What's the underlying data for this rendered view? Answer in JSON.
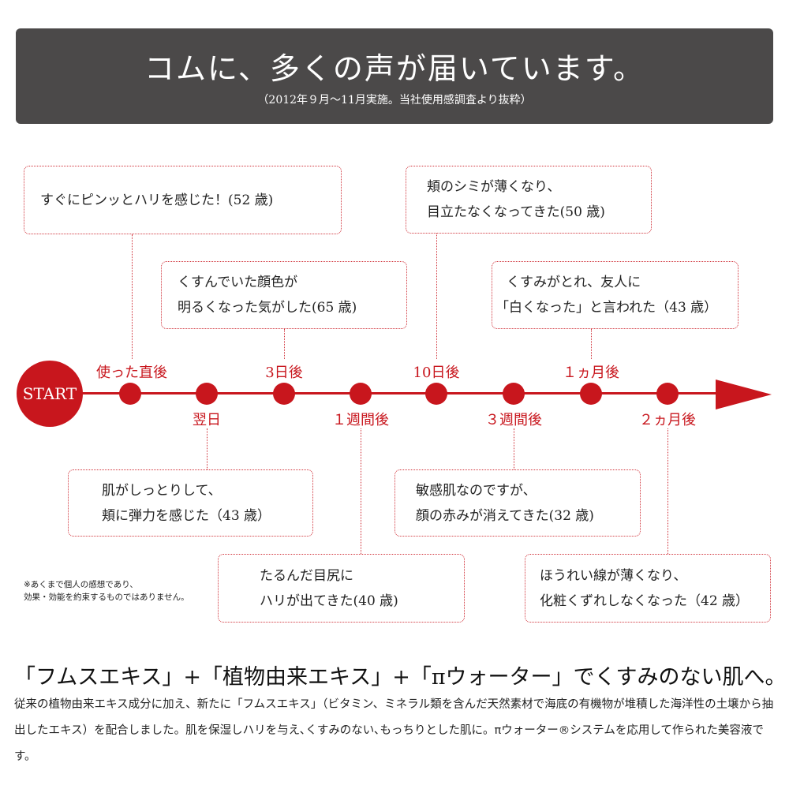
{
  "header": {
    "title": "コムに、多くの声が届いています。",
    "subtitle": "（2012年９月〜11月実施。当社使用感調査より抜粋）"
  },
  "timeline": {
    "start": "START",
    "points": [
      "使った直後",
      "翌日",
      "3日後",
      "１週間後",
      "10日後",
      "３週間後",
      "１ヵ月後",
      "２ヵ月後"
    ]
  },
  "testimonials": [
    {
      "lines": [
        "すぐにピンッとハリを感じた！(52 歳)"
      ]
    },
    {
      "lines": [
        "肌がしっとりして、",
        "頬に弾力を感じた（43 歳）"
      ]
    },
    {
      "lines": [
        "くすんでいた顔色が",
        "明るくなった気がした(65 歳)"
      ]
    },
    {
      "lines": [
        "たるんだ目尻に",
        "ハリが出てきた(40 歳)"
      ]
    },
    {
      "lines": [
        "頬のシミが薄くなり、",
        "目立たなくなってきた(50 歳)"
      ]
    },
    {
      "lines": [
        "敏感肌なのですが、",
        "顔の赤みが消えてきた(32 歳)"
      ]
    },
    {
      "lines": [
        "くすみがとれ、友人に",
        "「白くなった」と言われた（43 歳）"
      ]
    },
    {
      "lines": [
        "ほうれい線が薄くなり、",
        "化粧くずれしなくなった（42 歳）"
      ]
    }
  ],
  "note": [
    "※あくまで個人の感想であり、",
    "効果・効能を約束するものではありません。"
  ],
  "footer": {
    "heading": "「フムスエキス」+「植物由来エキス」+「πウォーター」でくすみのない肌へ。",
    "body": "従来の植物由来エキス成分に加え、新たに「フムスエキス」（ビタミン、ミネラル類を含んだ天然素材で海底の有機物が堆積した海洋性の土壌から抽出したエキス）を配合しました。肌を保湿しハリを与え､くすみのない､もっちりとした肌に。πウォーター®システムを応用して作られた美容液です。"
  },
  "colors": {
    "accent": "#c8161d",
    "header_bg": "#4b4949"
  }
}
